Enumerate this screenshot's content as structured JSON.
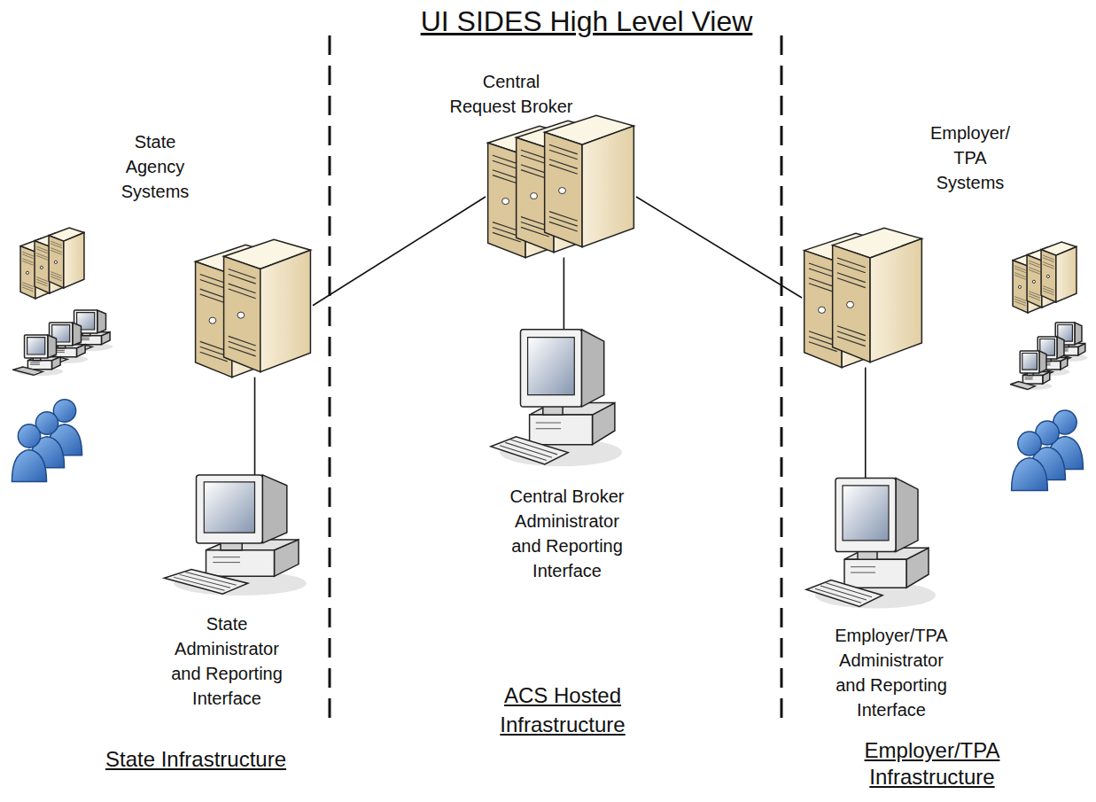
{
  "diagram": {
    "title": "UI SIDES High Level View",
    "nodes": [
      {
        "text": [
          "Central Request Broker"
        ]
      },
      {
        "text": [
          "State Agency Systems"
        ]
      },
      {
        "text": [
          "Employer/ TPA Systems"
        ]
      },
      {
        "text": [
          "Central Broker Administrator and Reporting Interface"
        ]
      },
      {
        "text": [
          "State Administrator and Reporting Interface"
        ]
      },
      {
        "text": [
          "Employer/TPA Administrator and Reporting Interface"
        ]
      }
    ],
    "edges": [
      {
        "from": 1,
        "to": 0,
        "arrow": "none"
      },
      {
        "from": 0,
        "to": 2,
        "arrow": "none"
      },
      {
        "from": 0,
        "to": 3,
        "arrow": "none"
      },
      {
        "from": 1,
        "to": 4,
        "arrow": "none"
      },
      {
        "from": 2,
        "to": 5,
        "arrow": "none"
      }
    ],
    "labels": [
      "ACS Hosted Infrastructure",
      "State Infrastructure",
      "Employer/TPA Infrastructure"
    ]
  }
}
